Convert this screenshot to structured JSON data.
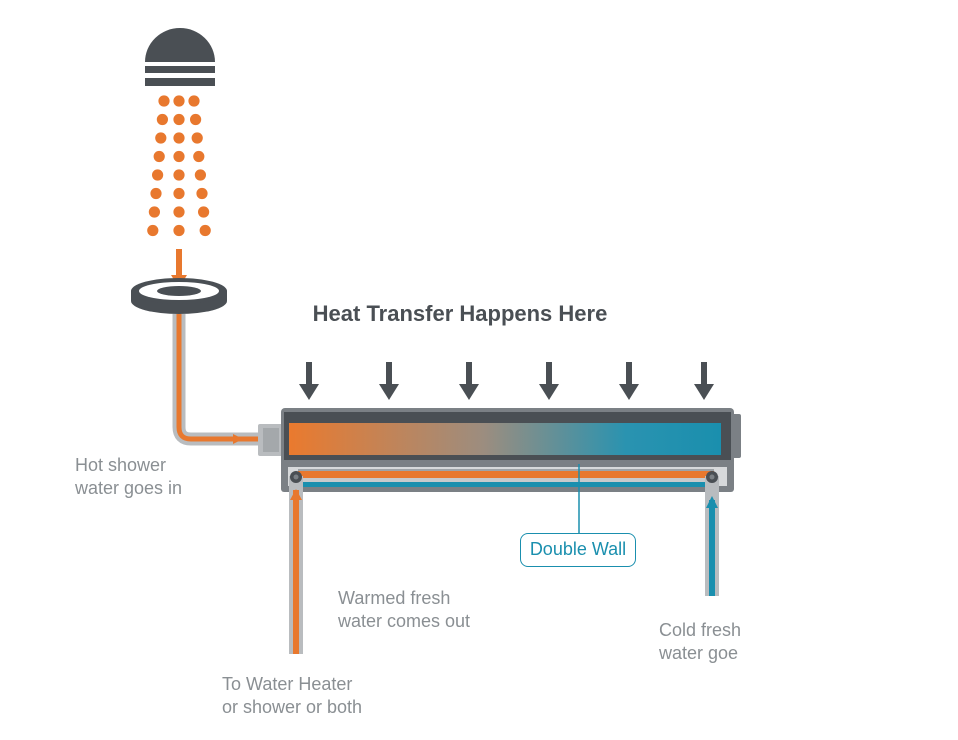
{
  "title": "Heat Transfer Happens Here",
  "labels": {
    "hot_in_line1": "Hot shower",
    "hot_in_line2": "water goes in",
    "warmed_line1": "Warmed fresh",
    "warmed_line2": "water comes out",
    "heater_line1": "To Water Heater",
    "heater_line2": "or shower or both",
    "cold_line1": "Cold fresh",
    "cold_line2": "water goe",
    "double_wall": "Double Wall"
  },
  "colors": {
    "hot": "#e8782e",
    "cold": "#1a8fae",
    "dark": "#4a4f54",
    "pipe_casing": "#b9bcbf",
    "text_grey": "#8a8f93"
  }
}
